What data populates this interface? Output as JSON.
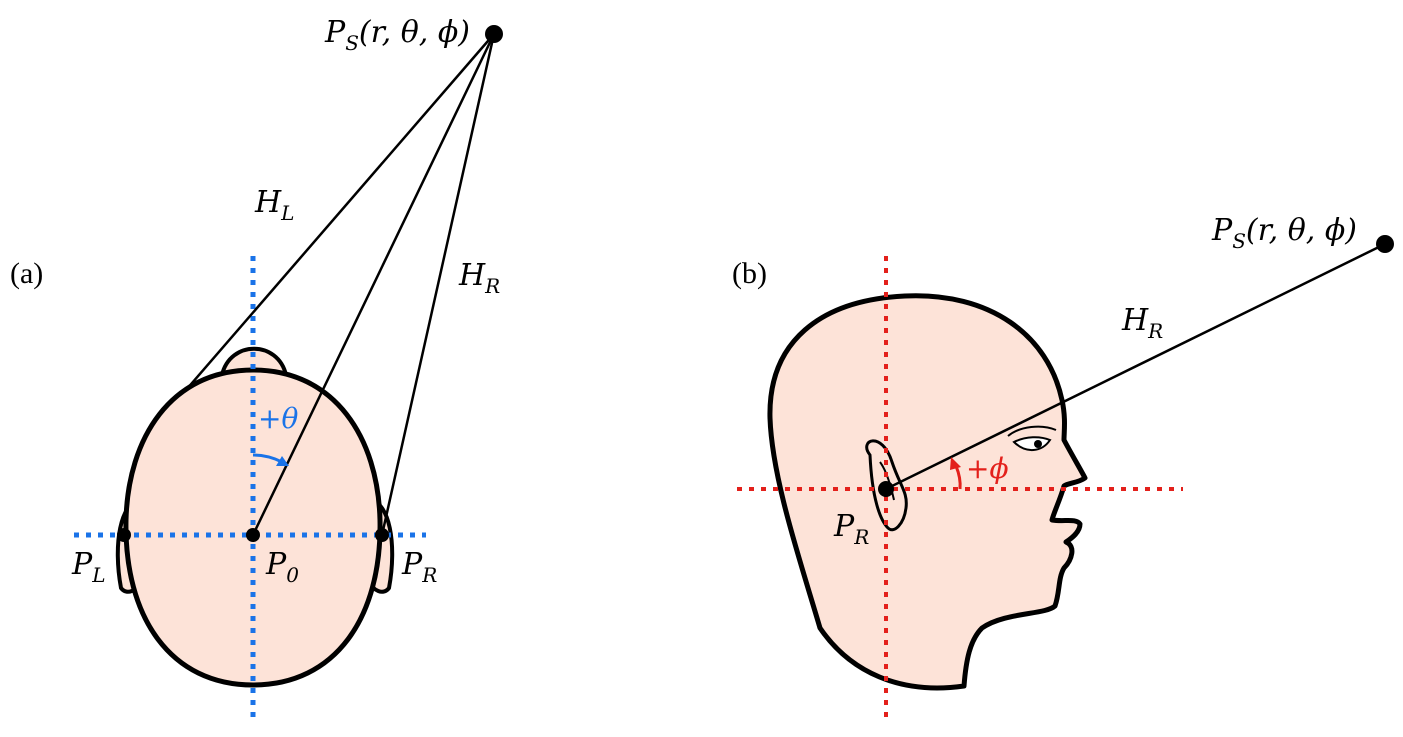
{
  "panels": {
    "a": {
      "tag": "(a)",
      "source_label": {
        "main": "P",
        "sub": "S",
        "args": "(r, θ, ϕ)"
      },
      "hl_label": {
        "main": "H",
        "sub": "L"
      },
      "hr_label": {
        "main": "H",
        "sub": "R"
      },
      "theta_label": "+θ",
      "pl_label": {
        "main": "P",
        "sub": "L"
      },
      "p0_label": {
        "main": "P",
        "sub": "0"
      },
      "pr_label": {
        "main": "P",
        "sub": "R"
      }
    },
    "b": {
      "tag": "(b)",
      "source_label": {
        "main": "P",
        "sub": "S",
        "args": "(r, θ, ϕ)"
      },
      "hr_label": {
        "main": "H",
        "sub": "R"
      },
      "phi_label": "+ϕ",
      "pr_label": {
        "main": "P",
        "sub": "R"
      }
    }
  },
  "colors": {
    "skin": "#fde3d8",
    "outline": "#000000",
    "theta_axis": "#1a73e8",
    "phi_axis": "#e3201b"
  }
}
